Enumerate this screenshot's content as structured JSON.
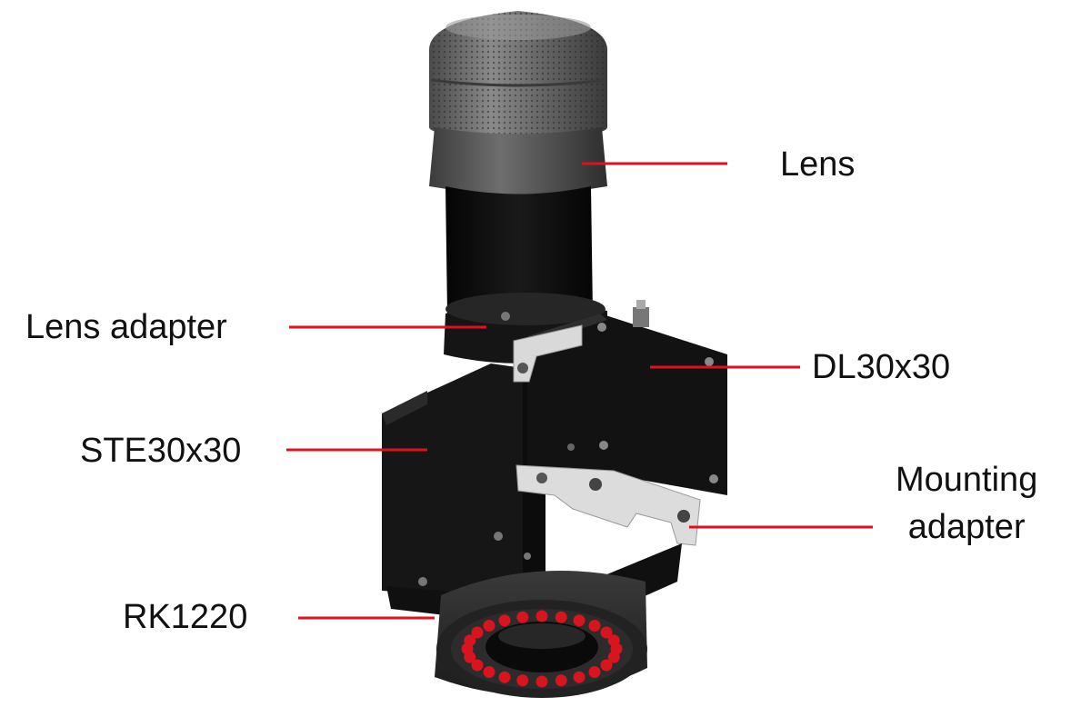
{
  "labels": {
    "lens": "Lens",
    "lens_adapter": "Lens adapter",
    "dl30x30": "DL30x30",
    "ste30x30": "STE30x30",
    "mounting_adapter_line1": "Mounting",
    "mounting_adapter_line2": "adapter",
    "rk1220": "RK1220"
  },
  "colors": {
    "leader_line": "#e0101c",
    "led": "#d8141e",
    "housing_dark": "#141414",
    "lens_grey": "#5a5a5a",
    "bracket_silver": "#d9d9d9"
  }
}
